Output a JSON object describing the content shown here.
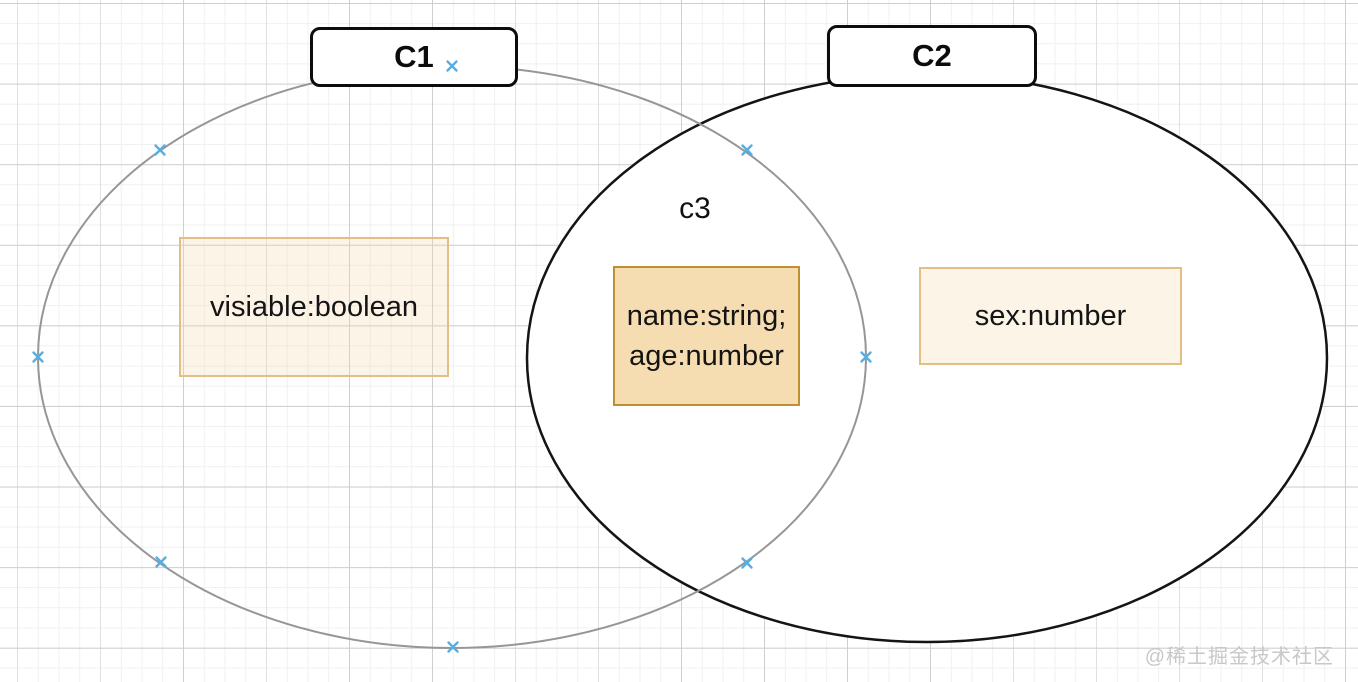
{
  "canvas": {
    "watermark": "@稀土掘金技术社区"
  },
  "venn": {
    "set1": {
      "label": "C1",
      "attribute": "visiable:boolean"
    },
    "set2": {
      "label": "C2",
      "attribute": "sex:number"
    },
    "intersection": {
      "label": "c3",
      "attribute_line1": "name:string;",
      "attribute_line2": "age:number"
    }
  },
  "icons": {
    "anchor_marker": "x-cross"
  },
  "colors": {
    "anchor_marker_blue": "#58ade2",
    "set1_ellipse_stroke": "#969696",
    "set2_ellipse_stroke": "#141414",
    "attr_box_light_fill": "#fbf2e4",
    "attr_box_light_border": "#e4bf85",
    "attr_box_dark_fill": "#f5dcb1",
    "attr_box_dark_border": "#bd9030",
    "label_box_border": "#0c0c0c",
    "grid_major": "#cfcfcf",
    "grid_minor": "#f0f0f0"
  }
}
